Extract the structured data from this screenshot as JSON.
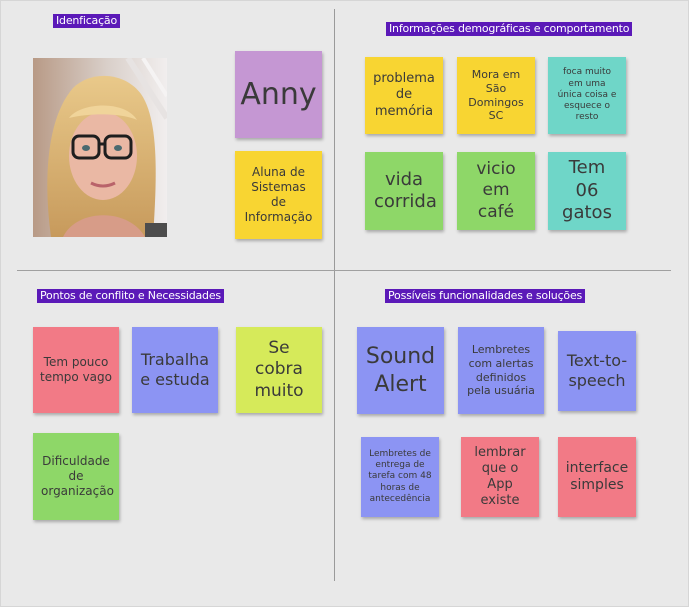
{
  "sections": {
    "identification": "Idenficação",
    "demographics": "Informações demográficas e comportamento",
    "conflicts": "Pontos de conflito e Necessidades",
    "features": "Possíveis funcionalidades e soluções"
  },
  "identification": {
    "name": "Anny",
    "role": "Aluna de Sistemas de Informação"
  },
  "demographics": {
    "notes": [
      "problema de memória",
      "Mora em São Domingos SC",
      "foca muito em uma única coisa e esquece o resto",
      "vida corrida",
      "vicio em café",
      "Tem 06 gatos"
    ]
  },
  "conflicts": {
    "notes": [
      "Tem pouco tempo vago",
      "Trabalha e estuda",
      "Se cobra muito",
      "Dificuldade de organização"
    ]
  },
  "features": {
    "notes": [
      "Sound Alert",
      "Lembretes com alertas definidos pela usuária",
      "Text-to-speech",
      "Lembretes de entrega de tarefa com 48 horas de antecedência",
      "lembrar que o App existe",
      "interface simples"
    ]
  },
  "colors": {
    "label_bg": "#5b19b8",
    "purple": "#c597d3",
    "yellow": "#f8d532",
    "teal": "#6fd6c8",
    "green": "#8ed768",
    "pink": "#f27a86",
    "blue": "#8c94f3",
    "lime": "#d6ea5a"
  }
}
